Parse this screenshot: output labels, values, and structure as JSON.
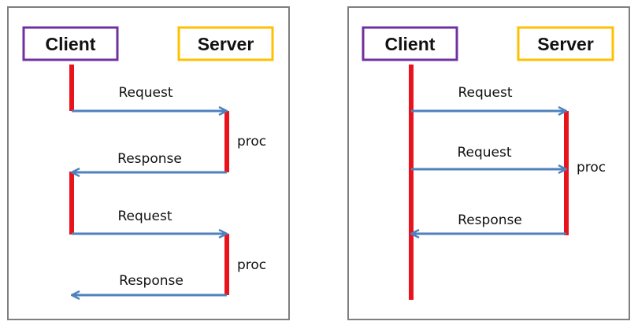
{
  "colors": {
    "panel_border": "#7f7f7f",
    "client_border": "#7030a0",
    "server_border": "#ffc000",
    "lifeline": "#e8131b",
    "arrow": "#4f81bd",
    "text": "#111111"
  },
  "panels": [
    {
      "client_label": "Client",
      "server_label": "Server",
      "messages": [
        {
          "label": "Request",
          "direction": "to-server"
        },
        {
          "label": "Response",
          "direction": "to-client"
        },
        {
          "label": "Request",
          "direction": "to-server"
        },
        {
          "label": "Response",
          "direction": "to-client"
        }
      ],
      "proc_labels": [
        "proc",
        "proc"
      ]
    },
    {
      "client_label": "Client",
      "server_label": "Server",
      "messages": [
        {
          "label": "Request",
          "direction": "to-server"
        },
        {
          "label": "Request",
          "direction": "to-server"
        },
        {
          "label": "Response",
          "direction": "to-client"
        }
      ],
      "proc_labels": [
        "proc"
      ]
    }
  ]
}
